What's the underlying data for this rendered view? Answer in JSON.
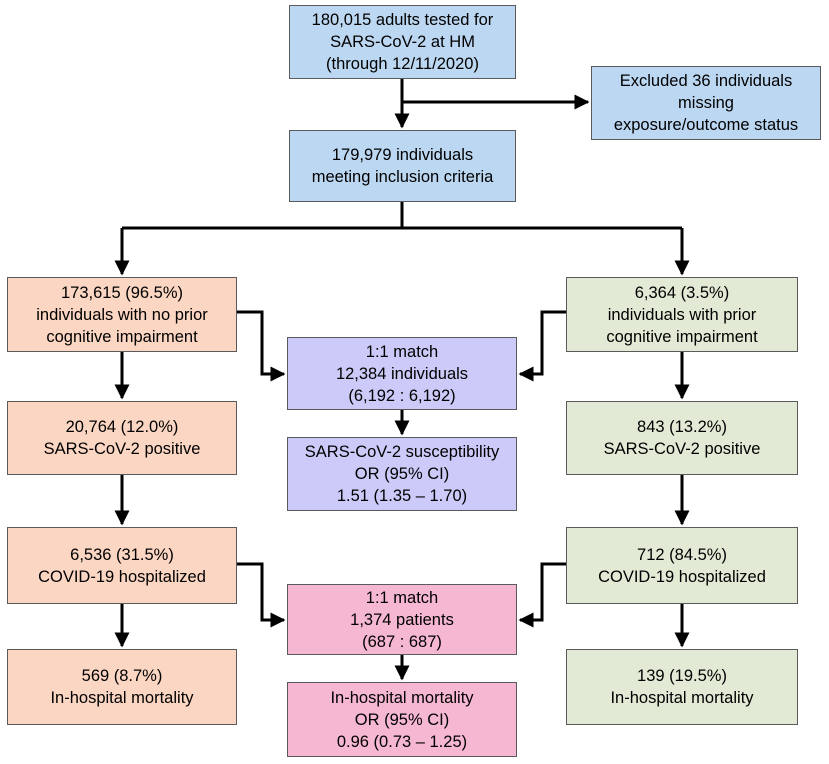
{
  "colors": {
    "blue": "#bcd7f1",
    "orange": "#fbd6c3",
    "green": "#e2ead6",
    "purple": "#cccaf8",
    "pink": "#f6b7d2",
    "arrow": "#000000"
  },
  "top": {
    "tested": [
      "180,015 adults tested for",
      "SARS-CoV-2 at HM",
      "(through 12/11/2020)"
    ],
    "excluded": [
      "Excluded 36 individuals",
      "missing",
      "exposure/outcome status"
    ],
    "included": [
      "179,979 individuals",
      "meeting inclusion criteria"
    ]
  },
  "left": {
    "cohort": [
      "173,615 (96.5%)",
      "individuals with no prior",
      "cognitive impairment"
    ],
    "positive": [
      "20,764 (12.0%)",
      "SARS-CoV-2 positive"
    ],
    "hospitalized": [
      "6,536 (31.5%)",
      "COVID-19 hospitalized"
    ],
    "mortality": [
      "569 (8.7%)",
      "In-hospital mortality"
    ]
  },
  "right": {
    "cohort": [
      "6,364 (3.5%)",
      "individuals with prior",
      "cognitive impairment"
    ],
    "positive": [
      "843 (13.2%)",
      "SARS-CoV-2 positive"
    ],
    "hospitalized": [
      "712 (84.5%)",
      "COVID-19 hospitalized"
    ],
    "mortality": [
      "139 (19.5%)",
      "In-hospital mortality"
    ]
  },
  "center": {
    "match1": [
      "1:1 match",
      "12,384 individuals",
      "(6,192 : 6,192)"
    ],
    "susceptibility": [
      "SARS-CoV-2 susceptibility",
      "OR (95% CI)",
      "1.51 (1.35 – 1.70)"
    ],
    "match2": [
      "1:1 match",
      "1,374 patients",
      "(687 : 687)"
    ],
    "mortality": [
      "In-hospital mortality",
      "OR (95% CI)",
      "0.96 (0.73 – 1.25)"
    ]
  }
}
